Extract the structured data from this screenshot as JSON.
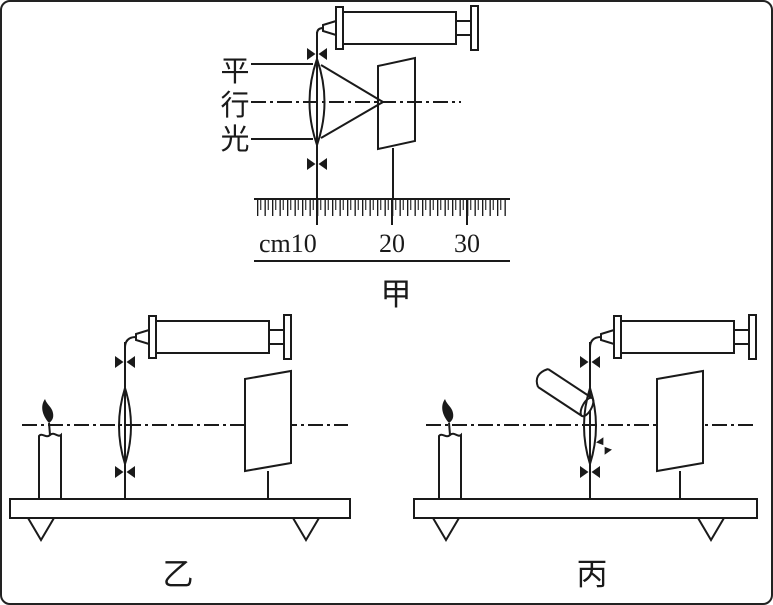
{
  "figure": {
    "jia": {
      "caption": "甲",
      "parallel_light_chars": [
        "平",
        "行",
        "光"
      ],
      "ruler_labels": [
        "cm10",
        "20",
        "30"
      ]
    },
    "yi": {
      "caption": "乙"
    },
    "bing": {
      "caption": "丙"
    }
  },
  "colors": {
    "ink": "#1a1a1a",
    "background": "#ffffff"
  }
}
